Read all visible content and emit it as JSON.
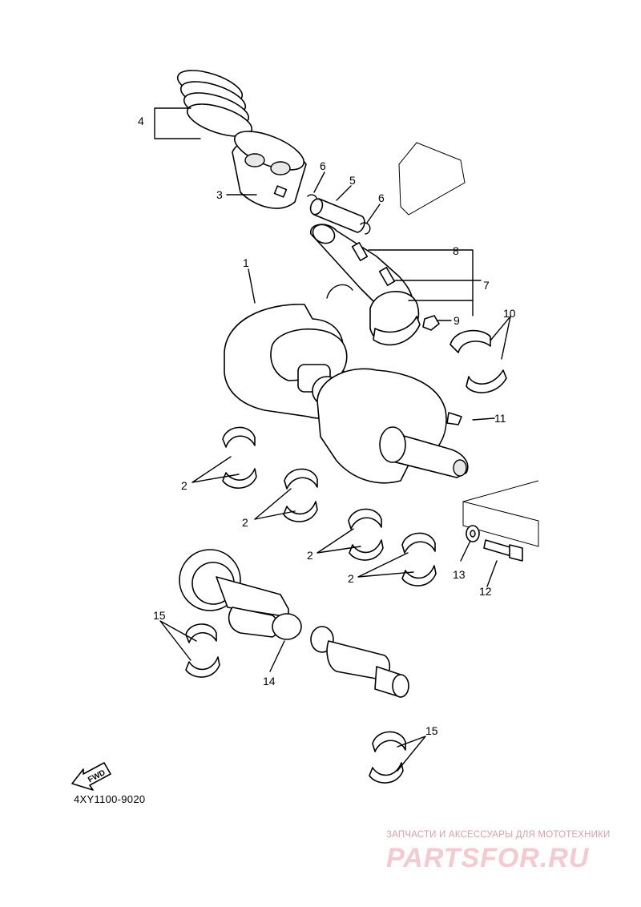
{
  "diagram": {
    "callouts": {
      "c1": "1",
      "c2a": "2",
      "c2b": "2",
      "c2c": "2",
      "c2d": "2",
      "c3": "3",
      "c4": "4",
      "c5": "5",
      "c6a": "6",
      "c6b": "6",
      "c7": "7",
      "c8": "8",
      "c9": "9",
      "c10": "10",
      "c11": "11",
      "c12": "12",
      "c13": "13",
      "c14": "14",
      "c15a": "15",
      "c15b": "15"
    },
    "fwd_label": "FWD",
    "drawing_code": "4XY1100-9020"
  },
  "watermark": {
    "tagline": "ЗАПЧАСТИ И АКСЕССУАРЫ ДЛЯ МОТОТЕХНИКИ",
    "logo": "PARTSFOR.RU"
  },
  "colors": {
    "line": "#000000",
    "background": "#ffffff",
    "watermark_text": "#d9a0a6",
    "watermark_logo": "#f4c9cf"
  }
}
